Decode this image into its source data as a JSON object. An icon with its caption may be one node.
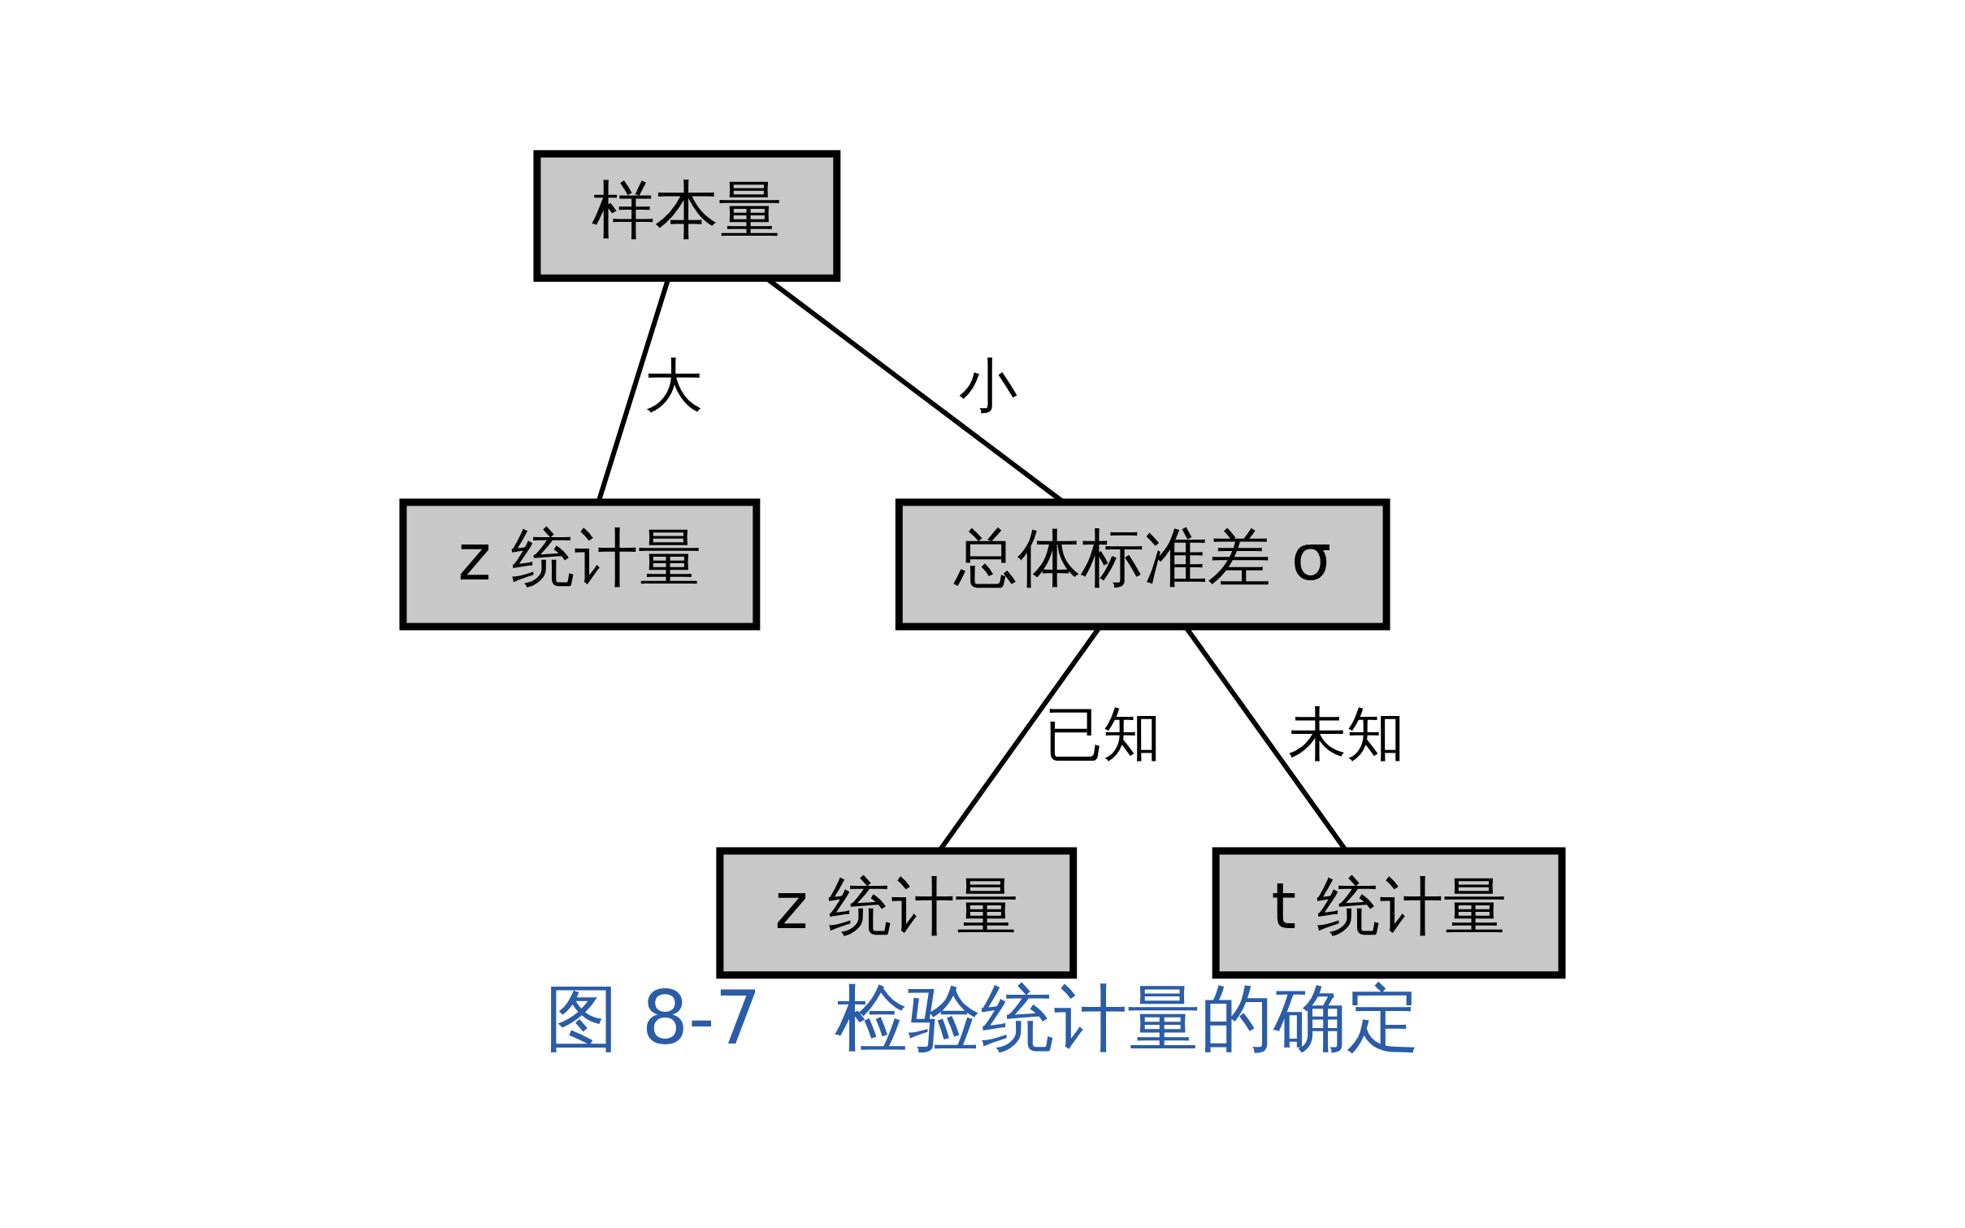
{
  "diagram": {
    "caption": "图 8-7　检验统计量的确定",
    "nodes": [
      {
        "text": [
          "样本量"
        ]
      },
      {
        "text": [
          "z 统计量"
        ]
      },
      {
        "text": [
          "总体标准差 σ"
        ]
      },
      {
        "text": [
          "z 统计量"
        ]
      },
      {
        "text": [
          "t 统计量"
        ]
      }
    ],
    "edges": [
      {
        "from": 0,
        "to": 1,
        "arrow": "none",
        "label": "大"
      },
      {
        "from": 0,
        "to": 2,
        "arrow": "none",
        "label": "小"
      },
      {
        "from": 2,
        "to": 3,
        "arrow": "none",
        "label": "已知"
      },
      {
        "from": 2,
        "to": 4,
        "arrow": "none",
        "label": "未知"
      }
    ]
  }
}
